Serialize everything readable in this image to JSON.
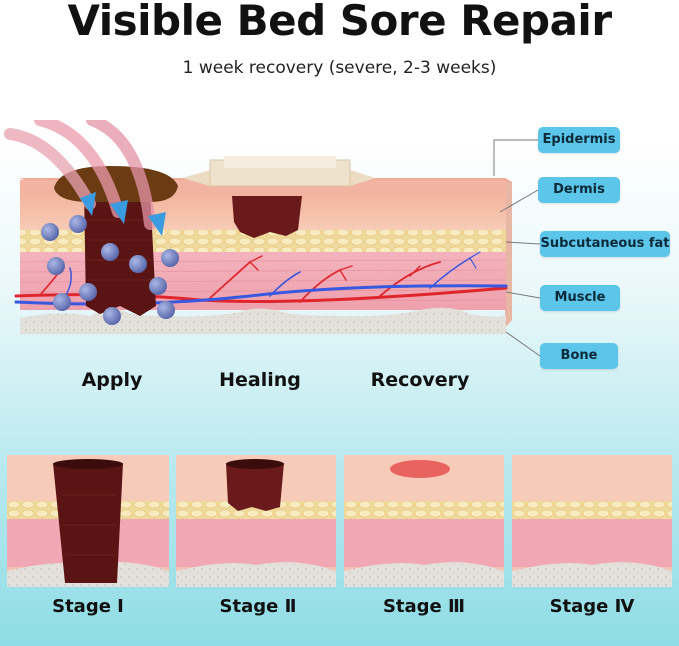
{
  "title": "Visible Bed Sore Repair",
  "subtitle": "1 week recovery (severe, 2-3 weeks)",
  "layers": {
    "epidermis": "Epidermis",
    "dermis": "Dermis",
    "fat": "Subcutaneous fat",
    "muscle": "Muscle",
    "bone": "Bone"
  },
  "steps": {
    "apply": "Apply",
    "healing": "Healing",
    "recovery": "Recovery"
  },
  "stages": [
    "Stage Ⅰ",
    "Stage Ⅱ",
    "Stage Ⅲ",
    "Stage Ⅳ"
  ],
  "colors": {
    "callout": "#5bc6e9",
    "epidermis": "#f2b9a4",
    "dermis": "#f6cdb8",
    "fat": "#f3dfa6",
    "muscle": "#f2a8b4",
    "bone": "#dcd8d2",
    "wound": "#5a1414",
    "artery": "#e3242b",
    "vein": "#3a63e0"
  }
}
